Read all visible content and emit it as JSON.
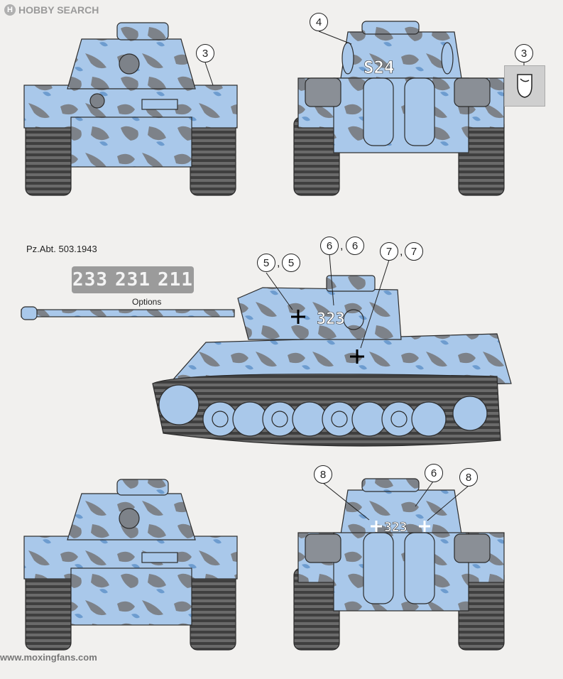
{
  "header": {
    "brand": "HOBBY SEARCH",
    "brand_mark": "H"
  },
  "unit_label": "Pz.Abt. 503.1943",
  "options": {
    "numbers": [
      "233",
      "231",
      "211"
    ],
    "label": "Options"
  },
  "callouts": {
    "c3a": "3",
    "c4": "4",
    "c3b": "3",
    "c5a": "5",
    "c5b": "5",
    "c6a": "6",
    "c6b": "6",
    "c7a": "7",
    "c7b": "7",
    "c8a": "8",
    "c6c": "6",
    "c8b": "8",
    "sep": ","
  },
  "tank_markings": {
    "rear_top": "S24",
    "side_turret": "323",
    "rear_bottom": "323"
  },
  "watermark": "www.moxingfans.com",
  "colors": {
    "base": "#a9c8ea",
    "camo": "#7d8289",
    "tracks": "#4a4a4a",
    "outline": "#2b2b2b",
    "background": "#f1f0ee"
  }
}
